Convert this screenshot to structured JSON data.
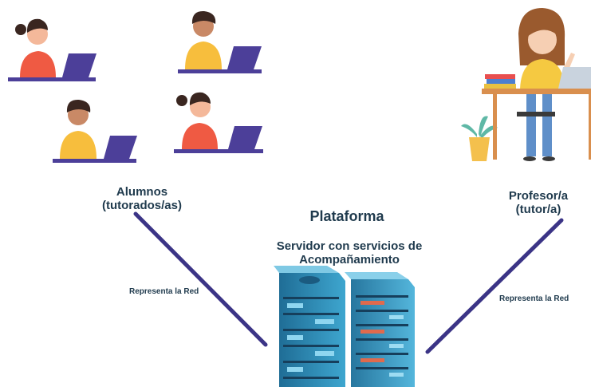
{
  "students": {
    "label_line1": "Alumnos",
    "label_line2": "(tutorados/as)"
  },
  "teacher": {
    "label_line1": "Profesor/a",
    "label_line2": "(tutor/a)"
  },
  "platform": {
    "title": "Plataforma",
    "subtitle_line1": "Servidor con servicios de",
    "subtitle_line2": "Acompañamiento"
  },
  "network": {
    "left_label": "Representa la Red",
    "right_label": "Representa la Red"
  },
  "colors": {
    "line": "#3b3486",
    "laptop": "#4c3f99",
    "server": "#2d7fa8",
    "text": "#1f3a4d"
  }
}
